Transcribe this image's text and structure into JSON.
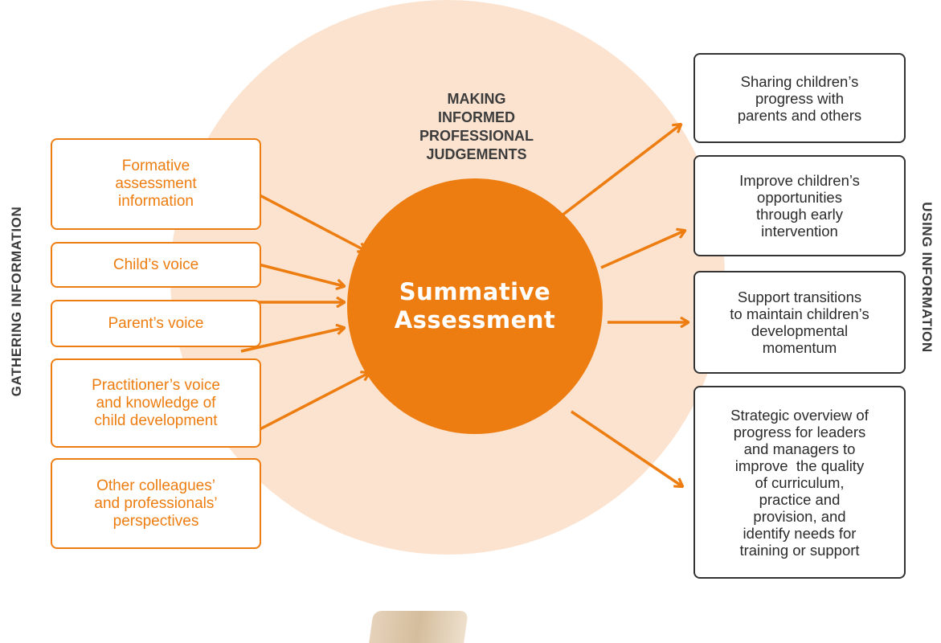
{
  "diagram": {
    "side_labels": {
      "left": "GATHERING INFORMATION",
      "right": "USING INFORMATION"
    },
    "heading_lines": [
      "MAKING",
      "INFORMED",
      "PROFESSIONAL",
      "JUDGEMENTS"
    ],
    "center_lines": [
      "Summative",
      "Assessment"
    ],
    "inputs": [
      {
        "lines": [
          "Formative",
          "assessment",
          "information"
        ]
      },
      {
        "lines": [
          "Child’s voice"
        ]
      },
      {
        "lines": [
          "Parent’s voice"
        ]
      },
      {
        "lines": [
          "Practitioner’s voice",
          "and knowledge of",
          "child development"
        ]
      },
      {
        "lines": [
          "Other colleagues’",
          "and professionals’",
          "perspectives"
        ]
      }
    ],
    "outputs": [
      {
        "lines": [
          "Sharing children’s",
          "progress with",
          "parents and others"
        ]
      },
      {
        "lines": [
          "Improve children’s",
          "opportunities",
          "through early",
          "intervention"
        ]
      },
      {
        "lines": [
          "Support transitions",
          "to maintain children’s",
          "developmental",
          "momentum"
        ]
      },
      {
        "lines": [
          "Strategic overview of",
          "progress for leaders",
          "and managers to",
          "improve  the quality",
          "of curriculum,",
          "practice and",
          "provision, and",
          "identify needs for",
          "training or support"
        ]
      }
    ],
    "colors": {
      "accent": "#ed7d10",
      "background_circle": "#fce3cf",
      "output_border": "#333333",
      "text_dark": "#3c3c3c"
    }
  }
}
